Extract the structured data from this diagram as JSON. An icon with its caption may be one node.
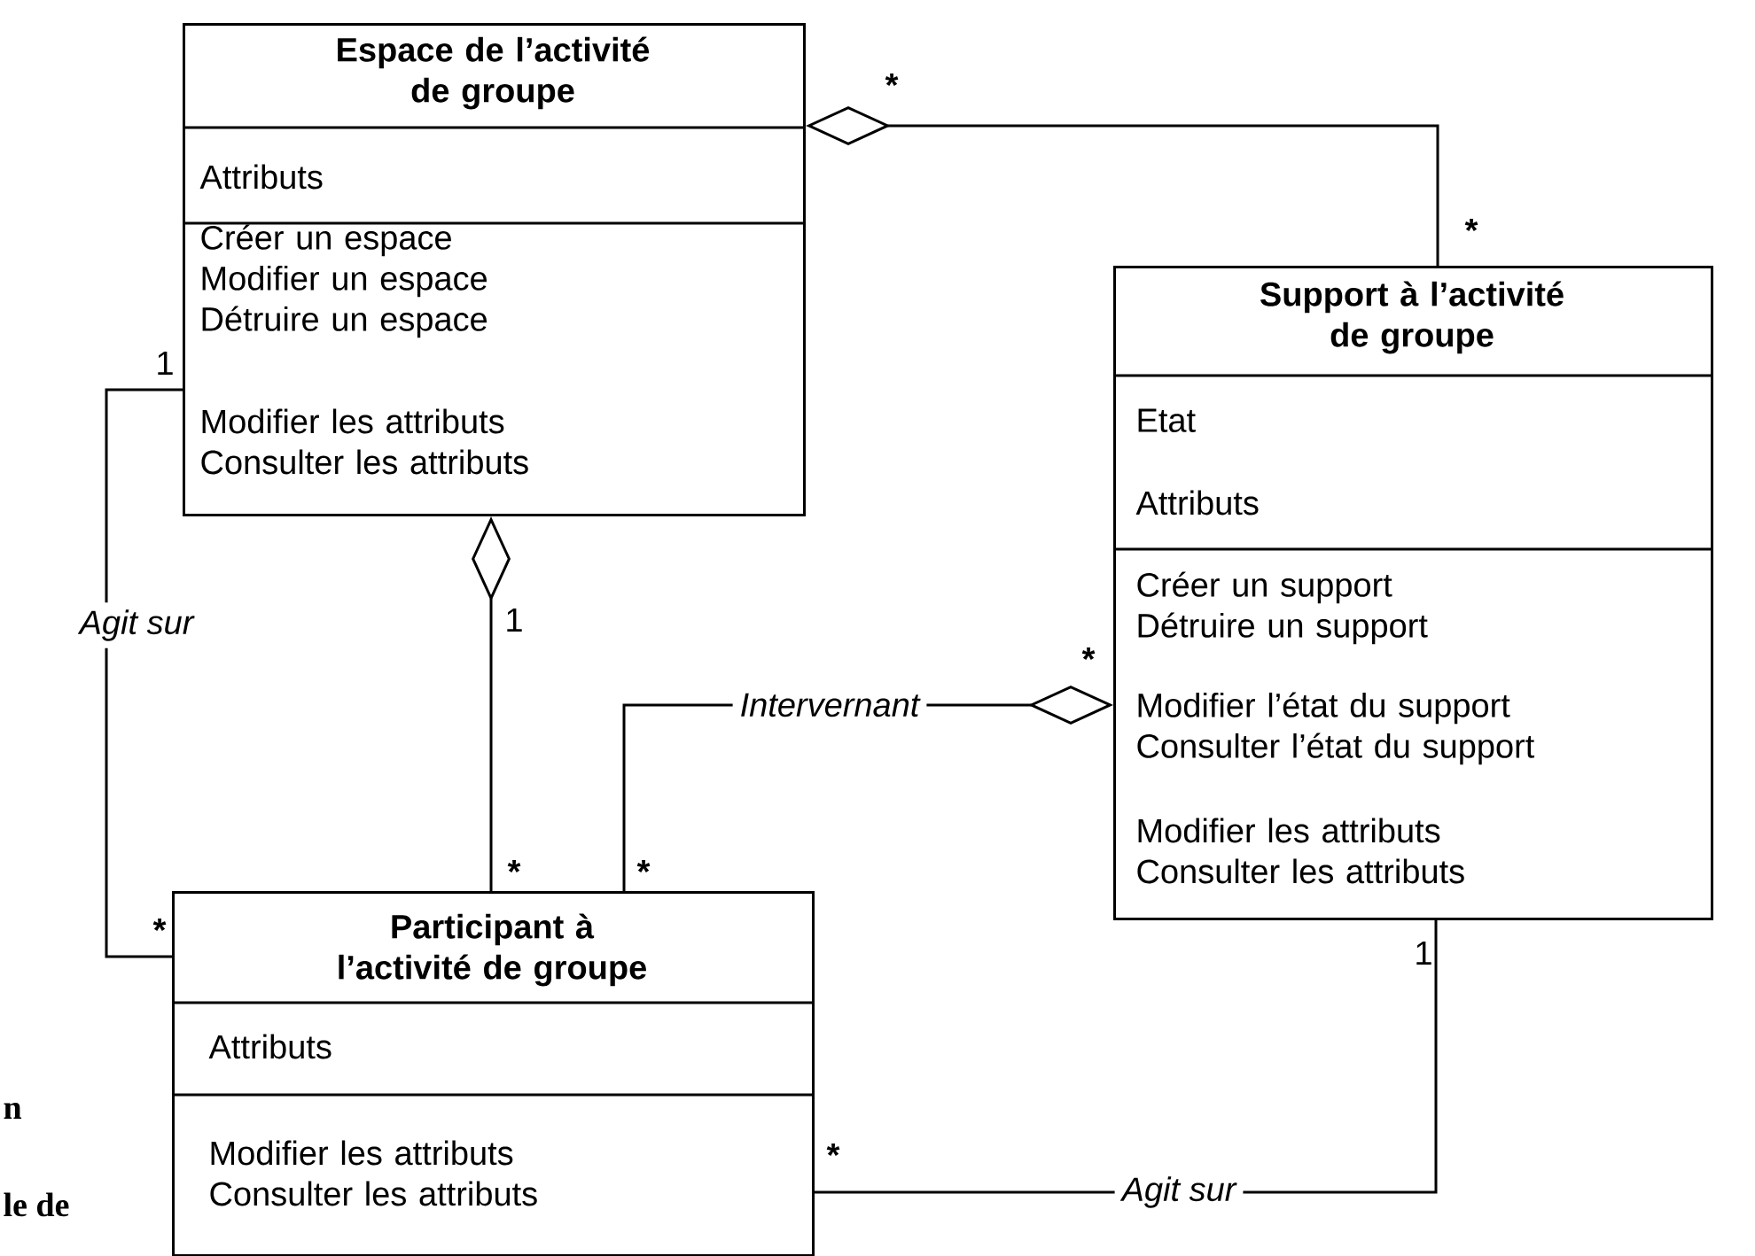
{
  "diagram": {
    "nodes": [
      {
        "text": [
          "Espace de l’activité de groupe",
          "Attributs",
          "Créer un espace Modifier un espace Détruire un espace",
          "Modifier les attributs Consulter les attributs"
        ]
      },
      {
        "text": [
          "Support à l’activité de groupe",
          "Etat",
          "Attributs",
          "Créer un support Détruire un support",
          "Modifier l’état du support Consulter l’état du support",
          "Modifier les attributs Consulter les attributs"
        ]
      },
      {
        "text": [
          "Participant à l’activité de groupe",
          "Attributs",
          "Modifier les attributs Consulter les attributs"
        ]
      }
    ],
    "edges": [
      {
        "from": 1,
        "to": 0,
        "arrow": "other"
      },
      {
        "from": 2,
        "to": 0,
        "arrow": "other"
      },
      {
        "from": 0,
        "to": 2,
        "arrow": "none",
        "label": "Agit sur"
      },
      {
        "from": 2,
        "to": 1,
        "arrow": "other",
        "label": "Intervernant"
      },
      {
        "from": 2,
        "to": 1,
        "arrow": "none",
        "label": "Agit sur"
      }
    ],
    "labels": [
      "*",
      "*",
      "1",
      "1",
      "*",
      "*",
      "*",
      "*",
      "1",
      "*",
      "n",
      "le de"
    ]
  }
}
